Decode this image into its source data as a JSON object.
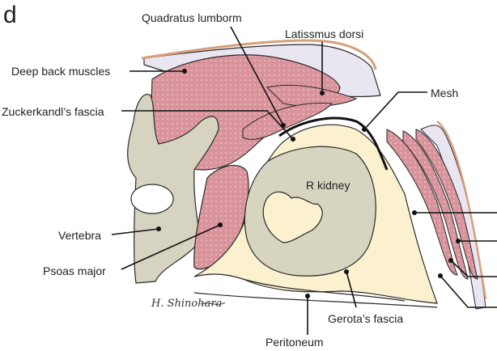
{
  "panel_letter": "d",
  "labels": {
    "quadratus_lumborum": "Quadratus lumborm",
    "latissimus_dorsi": "Latissmus dorsi",
    "deep_back_muscles": "Deep back muscles",
    "mesh": "Mesh",
    "zuckerkandl_fascia": "Zuckerkandl’s fascia",
    "r_kidney": "R kidney",
    "vertebra": "Vertebra",
    "psoas_major": "Psoas major",
    "gerota_fascia": "Gerota’s fascia",
    "peritoneum": "Peritoneum"
  },
  "signature": "H. Shinohara",
  "colors": {
    "muscle": "#d9939b",
    "bone": "#d6d4c0",
    "fat": "#fbf1cf",
    "kidney": "#d7d4bf",
    "skin": "#e9e6f2",
    "outline": "#2a2a2a"
  }
}
